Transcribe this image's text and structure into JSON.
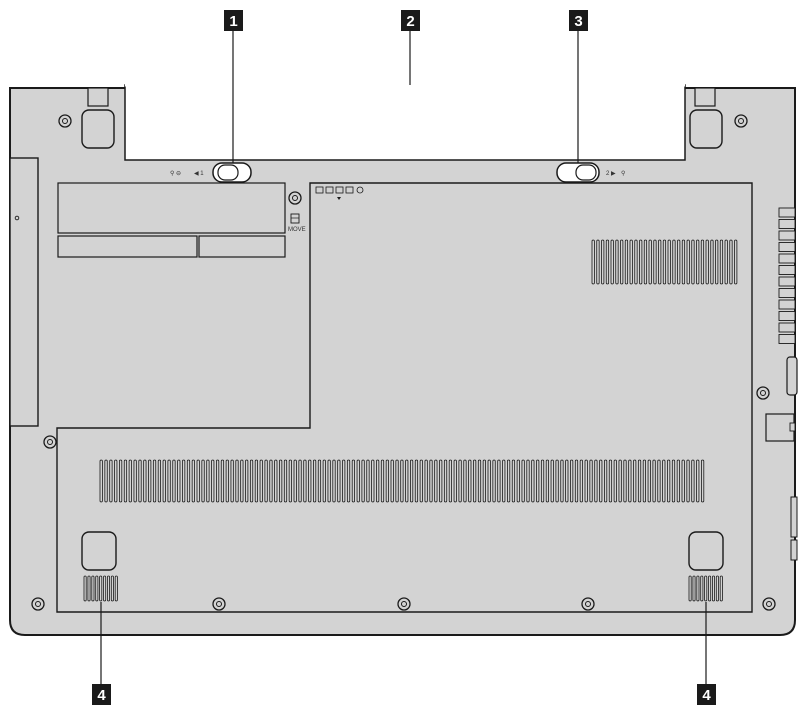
{
  "callouts": [
    {
      "label": "1"
    },
    {
      "label": "2"
    },
    {
      "label": "3"
    },
    {
      "label": "4"
    },
    {
      "label": "4"
    }
  ],
  "latch_left_marking": "◀ 1",
  "latch_right_marking": "2 ▶",
  "memory_door_marking": "MOVE",
  "colors": {
    "body": "#d3d3d3",
    "outline": "#1a1a1a",
    "callout_bg": "#1a1a1a",
    "callout_text": "#ffffff",
    "battery": "#ffffff"
  }
}
